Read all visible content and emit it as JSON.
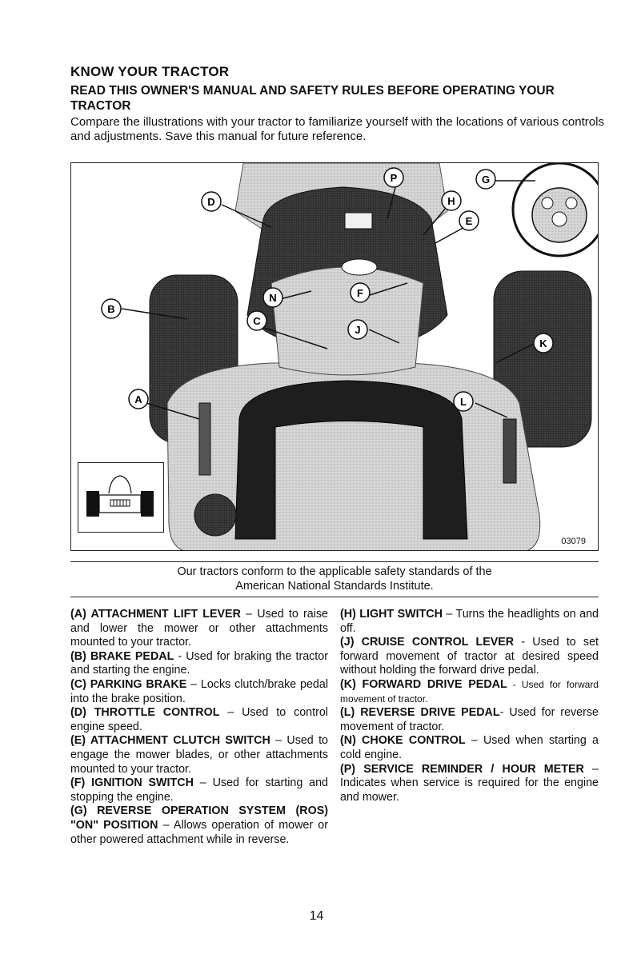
{
  "heading": "KNOW YOUR TRACTOR",
  "subheading": "READ THIS OWNER'S MANUAL AND SAFETY RULES BEFORE OPERATING YOUR TRACTOR",
  "intro": "Compare the illustrations with your tractor to familiarize yourself with the locations of various controls and adjustments. Save this manual for future reference.",
  "figure": {
    "code": "03079",
    "callouts": [
      "A",
      "B",
      "C",
      "D",
      "E",
      "F",
      "G",
      "H",
      "J",
      "K",
      "L",
      "N",
      "P"
    ],
    "colors": {
      "tire": "#1a1a1a",
      "body": "#c9c9c9",
      "dash": "#2b2b2b",
      "seat": "#1e1e1e",
      "outline": "#222222"
    }
  },
  "standards_note": {
    "line1": "Our tractors conform to the applicable safety standards of the",
    "line2": "American National Standards Institute."
  },
  "left_items": [
    {
      "title": "(A) ATTACHMENT LIFT LEVER",
      "text": " – Used to raise and lower the mower or other attachments mounted to your tractor."
    },
    {
      "title": "(B) BRAKE PEDAL",
      "text": " - Used for braking the tractor and starting the engine."
    },
    {
      "title": "(C) PARKING BRAKE",
      "text": " – Locks clutch/brake pedal into the brake position."
    },
    {
      "title": "(D) THROTTLE CONTROL",
      "text": " – Used to control engine speed."
    },
    {
      "title": "(E) ATTACHMENT CLUTCH SWITCH",
      "text": " – Used to engage the mower blades, or other attachments mounted to your tractor."
    },
    {
      "title": "(F) IGNITION SWITCH",
      "text": " – Used for starting and stopping the engine."
    },
    {
      "title": "(G) REVERSE OPERATION SYSTEM (ROS) \"ON\" POSITION",
      "text": " – Allows operation of mower or other powered attachment while in reverse."
    }
  ],
  "right_items": [
    {
      "title": "(H) LIGHT SWITCH",
      "text": " – Turns the headlights on and off."
    },
    {
      "title": "(J) CRUISE CONTROL LEVER",
      "text": " - Used to set forward movement of tractor at desired speed without holding the forward drive pedal."
    },
    {
      "title": "(K) FORWARD DRIVE PEDAL",
      "text": " - Used for forward movement of tractor."
    },
    {
      "title": "(L) REVERSE DRIVE PEDAL",
      "text": "- Used for reverse movement of tractor."
    },
    {
      "title": "(N) CHOKE CONTROL",
      "text": " – Used when starting a cold engine."
    },
    {
      "title": "(P) SERVICE REMINDER / HOUR METER",
      "text": " – Indicates when service is required for the engine and mower."
    }
  ],
  "page_number": "14"
}
